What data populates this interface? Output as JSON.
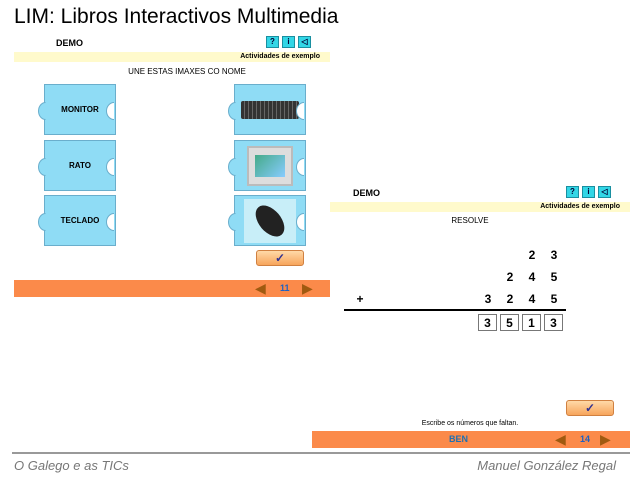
{
  "app_title": "LIM: Libros Interactivos Multimedia",
  "icons": {
    "help": "?",
    "info": "i",
    "sound": "◁"
  },
  "left": {
    "name": "DEMO",
    "subtitle": "Actividades de exemplo",
    "prompt": "UNE ESTAS IMAXES CO NOME",
    "words": [
      "MONITOR",
      "RATO",
      "TECLADO"
    ],
    "images": [
      "keyboard-image",
      "monitor-image",
      "mouse-image"
    ],
    "check": "✓",
    "page": "11"
  },
  "right": {
    "name": "DEMO",
    "subtitle": "Actividades de exemplo",
    "prompt": "RESOLVE",
    "rows": [
      [
        "",
        "",
        "2",
        "3"
      ],
      [
        "",
        "2",
        "4",
        "5"
      ],
      [
        "3",
        "2",
        "4",
        "5"
      ]
    ],
    "operator": "+",
    "answer": [
      "3",
      "5",
      "1",
      "3"
    ],
    "instruction": "Escribe os números que faltan.",
    "feedback": "BEN",
    "check": "✓",
    "page": "14"
  },
  "footer": {
    "left": "O Galego e as TICs",
    "right": "Manuel González Regal"
  }
}
